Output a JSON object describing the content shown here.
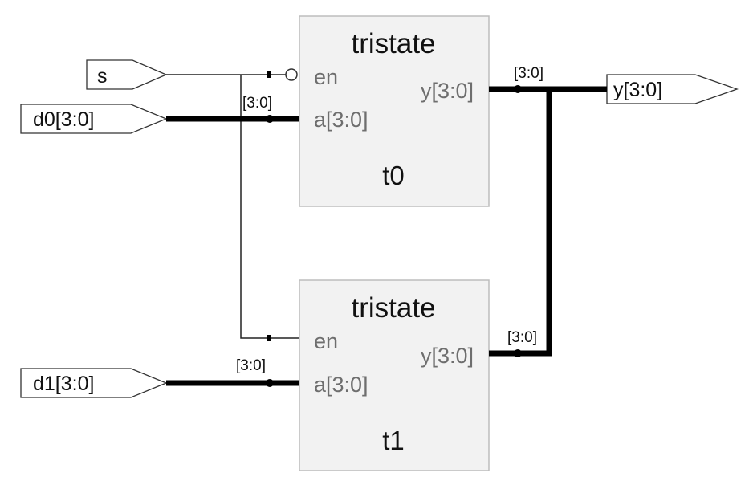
{
  "blocks": [
    {
      "id": "t0",
      "title": "tristate",
      "instance": "t0",
      "ports": {
        "en": "en",
        "a": "a[3:0]",
        "y": "y[3:0]"
      }
    },
    {
      "id": "t1",
      "title": "tristate",
      "instance": "t1",
      "ports": {
        "en": "en",
        "a": "a[3:0]",
        "y": "y[3:0]"
      }
    }
  ],
  "inputs": {
    "s": "s",
    "d0": "d0[3:0]",
    "d1": "d1[3:0]"
  },
  "output": {
    "y": "y[3:0]"
  },
  "bus_labels": {
    "d0_bus": "[3:0]",
    "d1_bus": "[3:0]",
    "t0_y_bus": "[3:0]",
    "t1_y_bus": "[3:0]"
  }
}
